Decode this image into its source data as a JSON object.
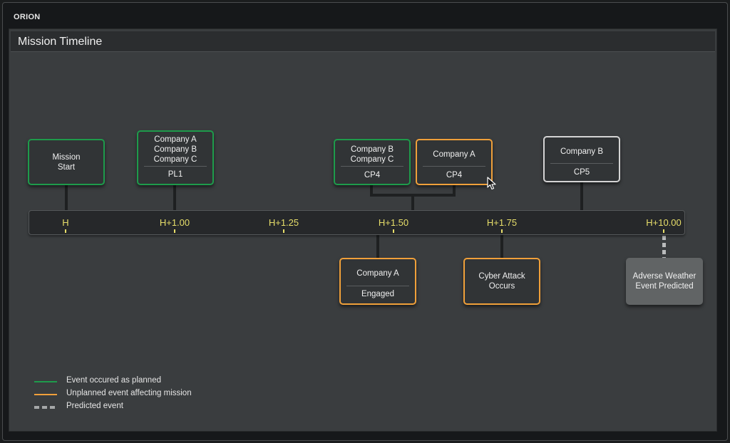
{
  "app": {
    "title": "ORION"
  },
  "panel": {
    "title": "Mission Timeline"
  },
  "ticks": [
    "H",
    "H+1.00",
    "H+1.25",
    "H+1.50",
    "H+1.75",
    "H+10.00"
  ],
  "events": {
    "mission_start": {
      "line1": "Mission",
      "line2": "Start"
    },
    "pl1": {
      "companies": [
        "Company A",
        "Company B",
        "Company C"
      ],
      "location": "PL1"
    },
    "cp4_bc": {
      "companies": [
        "Company B",
        "Company C"
      ],
      "location": "CP4"
    },
    "cp4_a": {
      "companies": [
        "Company A"
      ],
      "location": "CP4"
    },
    "cp5_b": {
      "companies": [
        "Company B"
      ],
      "location": "CP5"
    },
    "engaged_a": {
      "companies": [
        "Company A"
      ],
      "location": "Engaged"
    },
    "cyber": {
      "line1": "Cyber Attack",
      "line2": "Occurs"
    },
    "weather": {
      "line1": "Adverse Weather",
      "line2": "Event Predicted"
    }
  },
  "legend": {
    "planned": "Event occured as planned",
    "unplanned": "Unplanned event affecting mission",
    "predicted": "Predicted event"
  },
  "colors": {
    "planned": "#1e9b4b",
    "unplanned": "#f0a03a",
    "predicted": "#a5a7a8",
    "tick": "#e8df6a"
  }
}
